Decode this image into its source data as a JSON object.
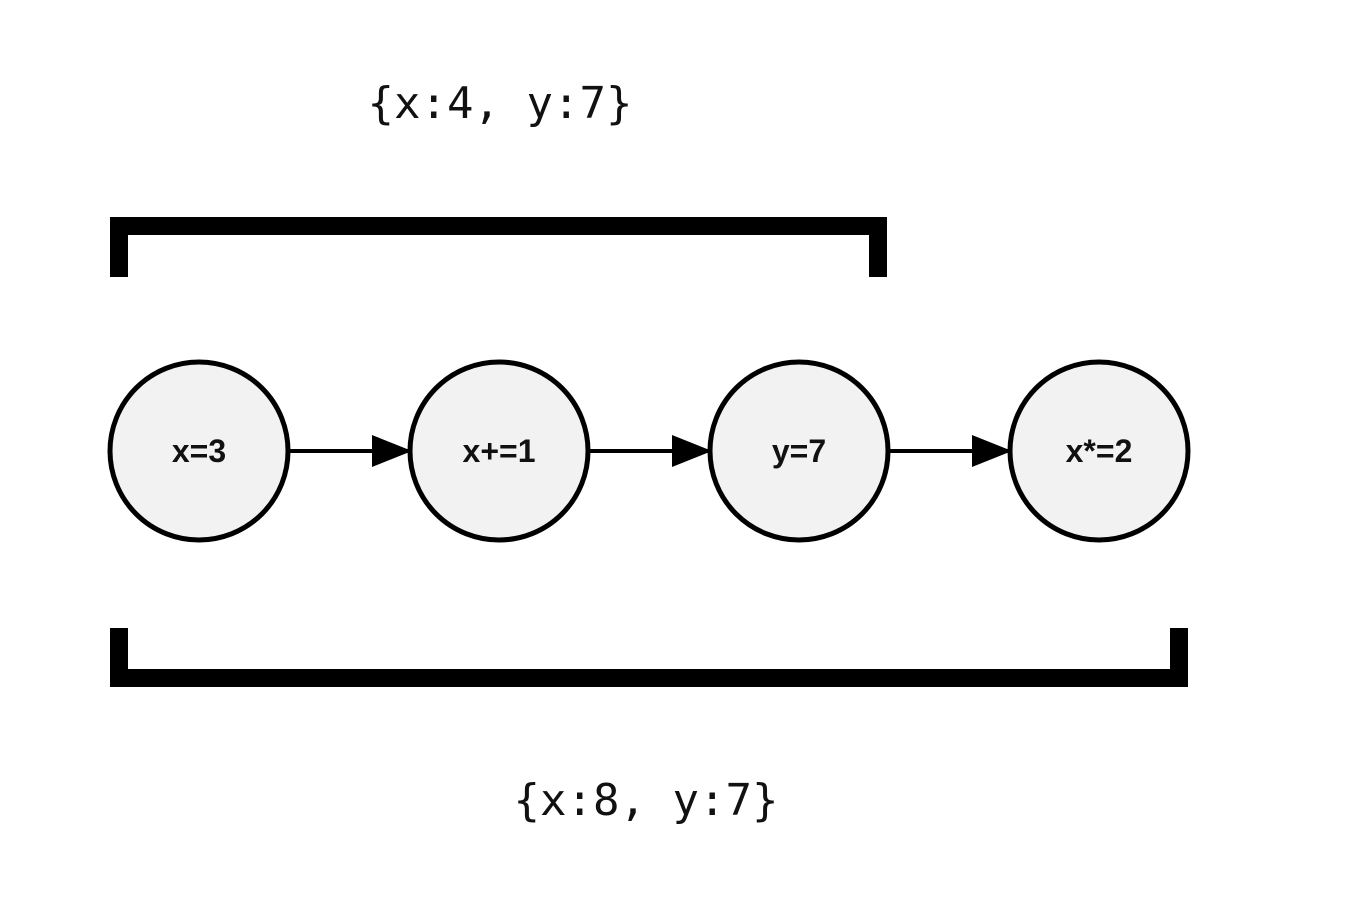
{
  "state_labels": {
    "top": "{x:4, y:7}",
    "bottom": "{x:8, y:7}"
  },
  "nodes": [
    {
      "id": "n1",
      "label": "x=3"
    },
    {
      "id": "n2",
      "label": "x+=1"
    },
    {
      "id": "n3",
      "label": "y=7"
    },
    {
      "id": "n4",
      "label": "x*=2"
    }
  ],
  "edges": [
    {
      "from": "n1",
      "to": "n2"
    },
    {
      "from": "n2",
      "to": "n3"
    },
    {
      "from": "n3",
      "to": "n4"
    }
  ],
  "brackets": {
    "top": {
      "spans": [
        "n1",
        "n3"
      ]
    },
    "bottom": {
      "spans": [
        "n1",
        "n4"
      ]
    }
  },
  "colors": {
    "node_fill": "#f2f2f2",
    "stroke": "#000000",
    "text": "#111111"
  }
}
